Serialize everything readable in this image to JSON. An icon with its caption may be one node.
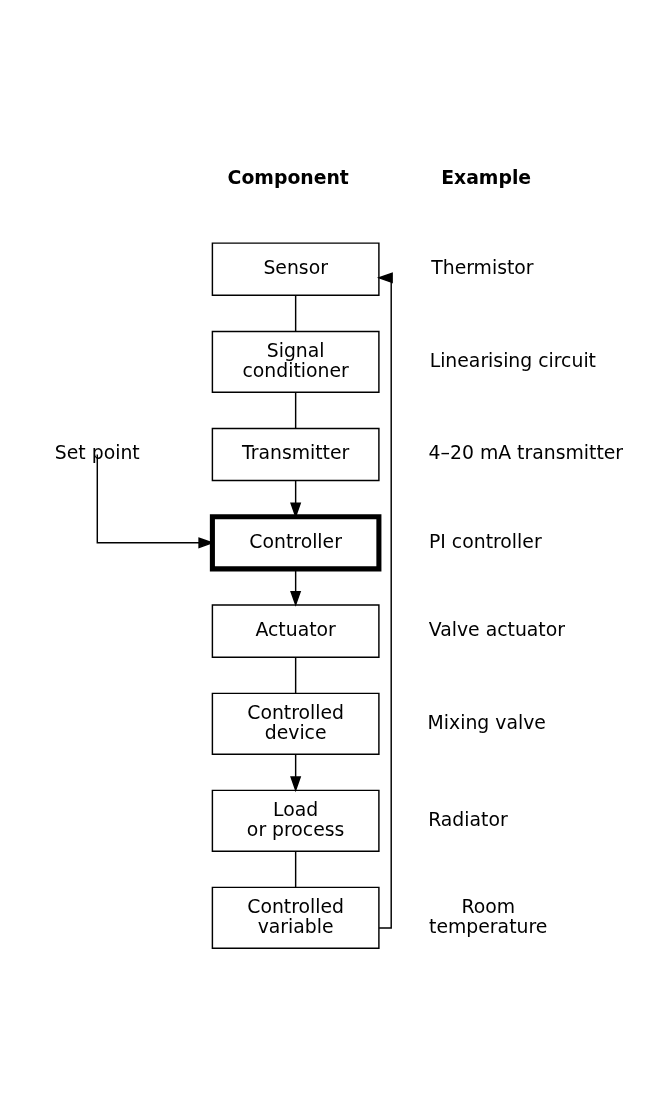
{
  "diagram": {
    "nodes": [
      {
        "text": [
          "Sensor"
        ],
        "beside": [
          "Thermistor"
        ]
      },
      {
        "text": [
          "Signal conditioner"
        ],
        "beside": [
          "Linearising circuit"
        ]
      },
      {
        "text": [
          "Transmitter"
        ],
        "beside": [
          "4–20 mA transmitter"
        ]
      },
      {
        "text": [
          "Set point"
        ]
      },
      {
        "text": [
          "Controller"
        ],
        "beside": [
          "PI controller"
        ]
      },
      {
        "text": [
          "Actuator"
        ],
        "beside": [
          "Valve actuator"
        ]
      },
      {
        "text": [
          "Controlled device"
        ],
        "beside": [
          "Mixing valve"
        ]
      },
      {
        "text": [
          "Load or process"
        ],
        "beside": [
          "Radiator"
        ]
      },
      {
        "text": [
          "Controlled variable"
        ],
        "beside": [
          "Room temperature"
        ]
      }
    ],
    "edges": [
      {
        "from": 0,
        "to": 1,
        "arrow": "none"
      },
      {
        "from": 1,
        "to": 2,
        "arrow": "none"
      },
      {
        "from": 2,
        "to": 4,
        "arrow": "to"
      },
      {
        "from": 3,
        "to": 4,
        "arrow": "to"
      },
      {
        "from": 4,
        "to": 5,
        "arrow": "to"
      },
      {
        "from": 5,
        "to": 6,
        "arrow": "none"
      },
      {
        "from": 6,
        "to": 7,
        "arrow": "to"
      },
      {
        "from": 7,
        "to": 8,
        "arrow": "none"
      },
      {
        "from": 8,
        "to": 0,
        "arrow": "to"
      }
    ],
    "labels": [
      "Component",
      "Example"
    ]
  }
}
